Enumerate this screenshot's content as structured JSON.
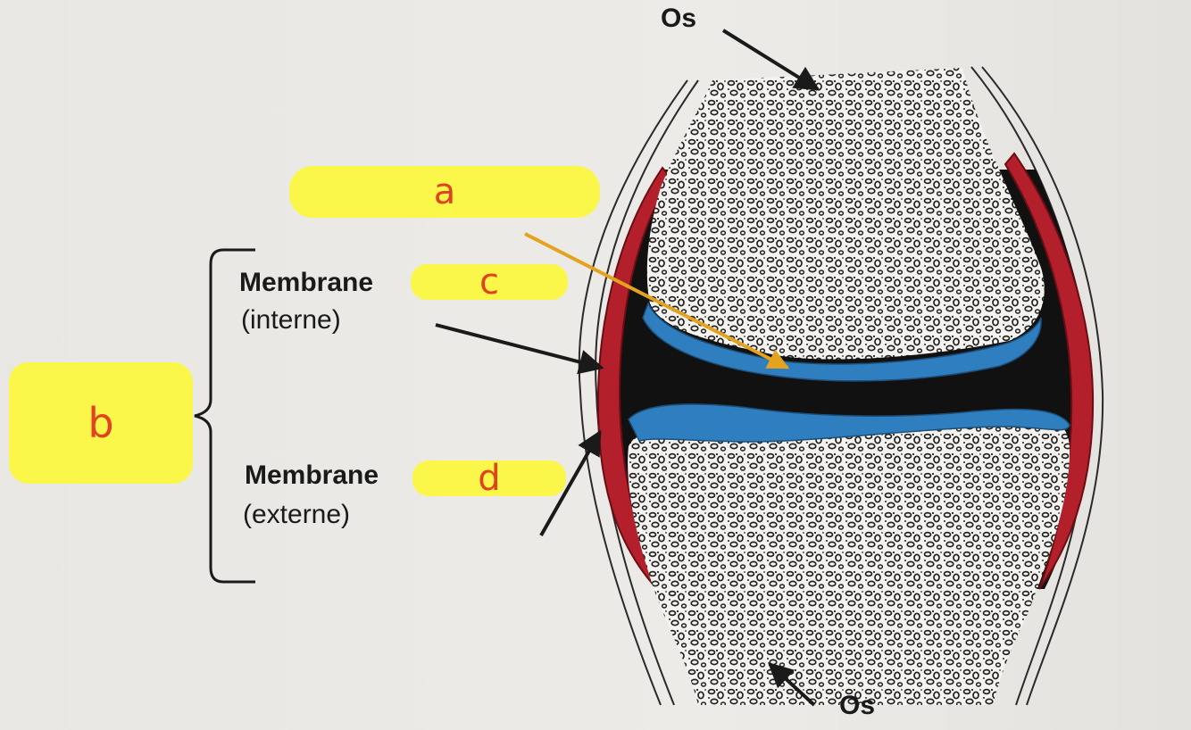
{
  "diagram": {
    "os_top": "Os",
    "os_bottom": "Os",
    "membrane_interne_bold": "Membrane",
    "membrane_interne_sub": "(interne)",
    "membrane_externe_bold": "Membrane",
    "membrane_externe_sub": "(externe)",
    "answer_boxes": {
      "a": "a",
      "b": "b",
      "c": "c",
      "d": "d"
    }
  },
  "colors": {
    "box_fill": "#fbf64a",
    "box_text": "#e2421f",
    "cartilage": "#2f7fc0",
    "synovial_membrane": "#b3202c",
    "cavity": "#111111",
    "arrow_a": "#e4a21f"
  }
}
